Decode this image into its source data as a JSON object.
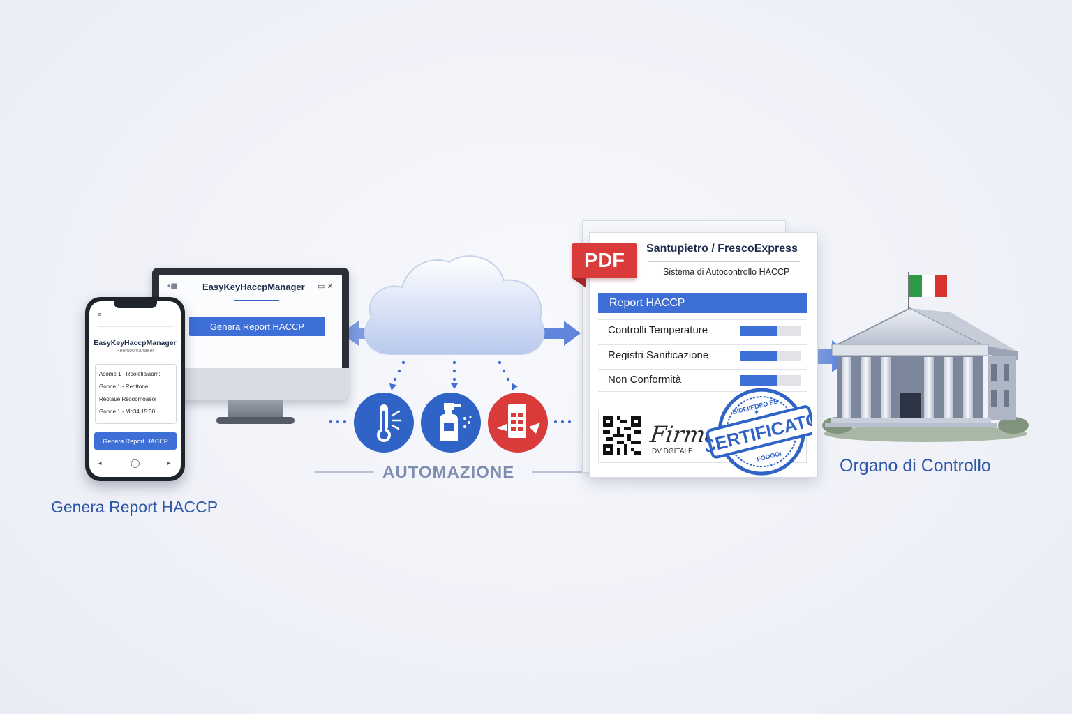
{
  "desktop_app": {
    "title": "EasyKeyHaccpManager",
    "button_label": "Genera Report HACCP"
  },
  "mobile_app": {
    "title": "EasyKeyHaccpManager",
    "subtitle": "Reemoumanaeer",
    "lines": [
      "Asome 1 - Rooletiaiaom:",
      "Gonne 1 - Reottone",
      "Reotaue Rsooomoaeoi",
      "Gonne 1 - Mo34 15:30"
    ],
    "button_label": "Genera Report HACCP"
  },
  "captions": {
    "left": "Genera Report HACCP",
    "center": "AUTOMAZIONE",
    "right": "Organo di Controllo"
  },
  "icons": [
    {
      "name": "thermometer-icon",
      "color": "#2f63c6"
    },
    {
      "name": "spray-bottle-icon",
      "color": "#2f63c6"
    },
    {
      "name": "cleaning-sponge-icon",
      "color": "#d93a3a"
    }
  ],
  "report": {
    "badge": "PDF",
    "company": "Santupietro / FrescoExpress",
    "system": "Sistema di Autocontrollo HACCP",
    "header": "Report HACCP",
    "rows": [
      {
        "label": "Controlli Temperature",
        "progress": 0.6
      },
      {
        "label": "Registri Sanificazione",
        "progress": 0.6
      },
      {
        "label": "Non Conformità",
        "progress": 0.6
      }
    ],
    "signature": "Firma",
    "signature_sub": "DV DGITALE",
    "stamp": "CERTIFICATO",
    "stamp_top": "BIDEIIEDEO EB",
    "stamp_bottom": "FOOOOI"
  },
  "colors": {
    "accent": "#3d6fd6",
    "red": "#d93a3a",
    "caption": "#2d56a8",
    "flag_green": "#2e9a48",
    "flag_red": "#d8332f"
  }
}
